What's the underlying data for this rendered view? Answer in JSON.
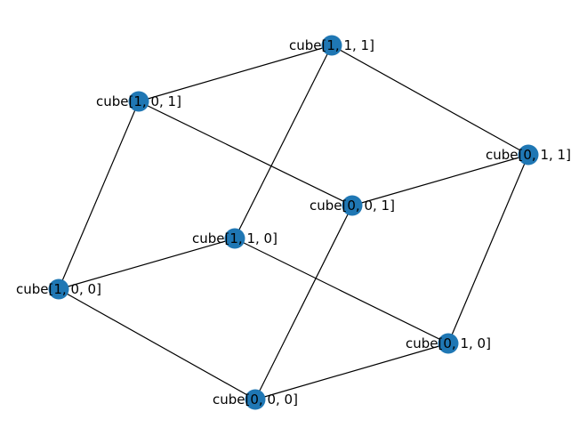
{
  "graph": {
    "node_color": "#1f77b4",
    "edge_color": "#000000",
    "nodes": [
      {
        "id": "111",
        "label": "cube[1, 1, 1]"
      },
      {
        "id": "101",
        "label": "cube[1, 0, 1]"
      },
      {
        "id": "011",
        "label": "cube[0, 1, 1]"
      },
      {
        "id": "001",
        "label": "cube[0, 0, 1]"
      },
      {
        "id": "110",
        "label": "cube[1, 1, 0]"
      },
      {
        "id": "100",
        "label": "cube[1, 0, 0]"
      },
      {
        "id": "010",
        "label": "cube[0, 1, 0]"
      },
      {
        "id": "000",
        "label": "cube[0, 0, 0]"
      }
    ],
    "edges": [
      [
        "111",
        "101"
      ],
      [
        "111",
        "011"
      ],
      [
        "111",
        "110"
      ],
      [
        "101",
        "001"
      ],
      [
        "101",
        "100"
      ],
      [
        "011",
        "001"
      ],
      [
        "011",
        "010"
      ],
      [
        "001",
        "000"
      ],
      [
        "110",
        "100"
      ],
      [
        "110",
        "010"
      ],
      [
        "100",
        "000"
      ],
      [
        "010",
        "000"
      ]
    ]
  }
}
